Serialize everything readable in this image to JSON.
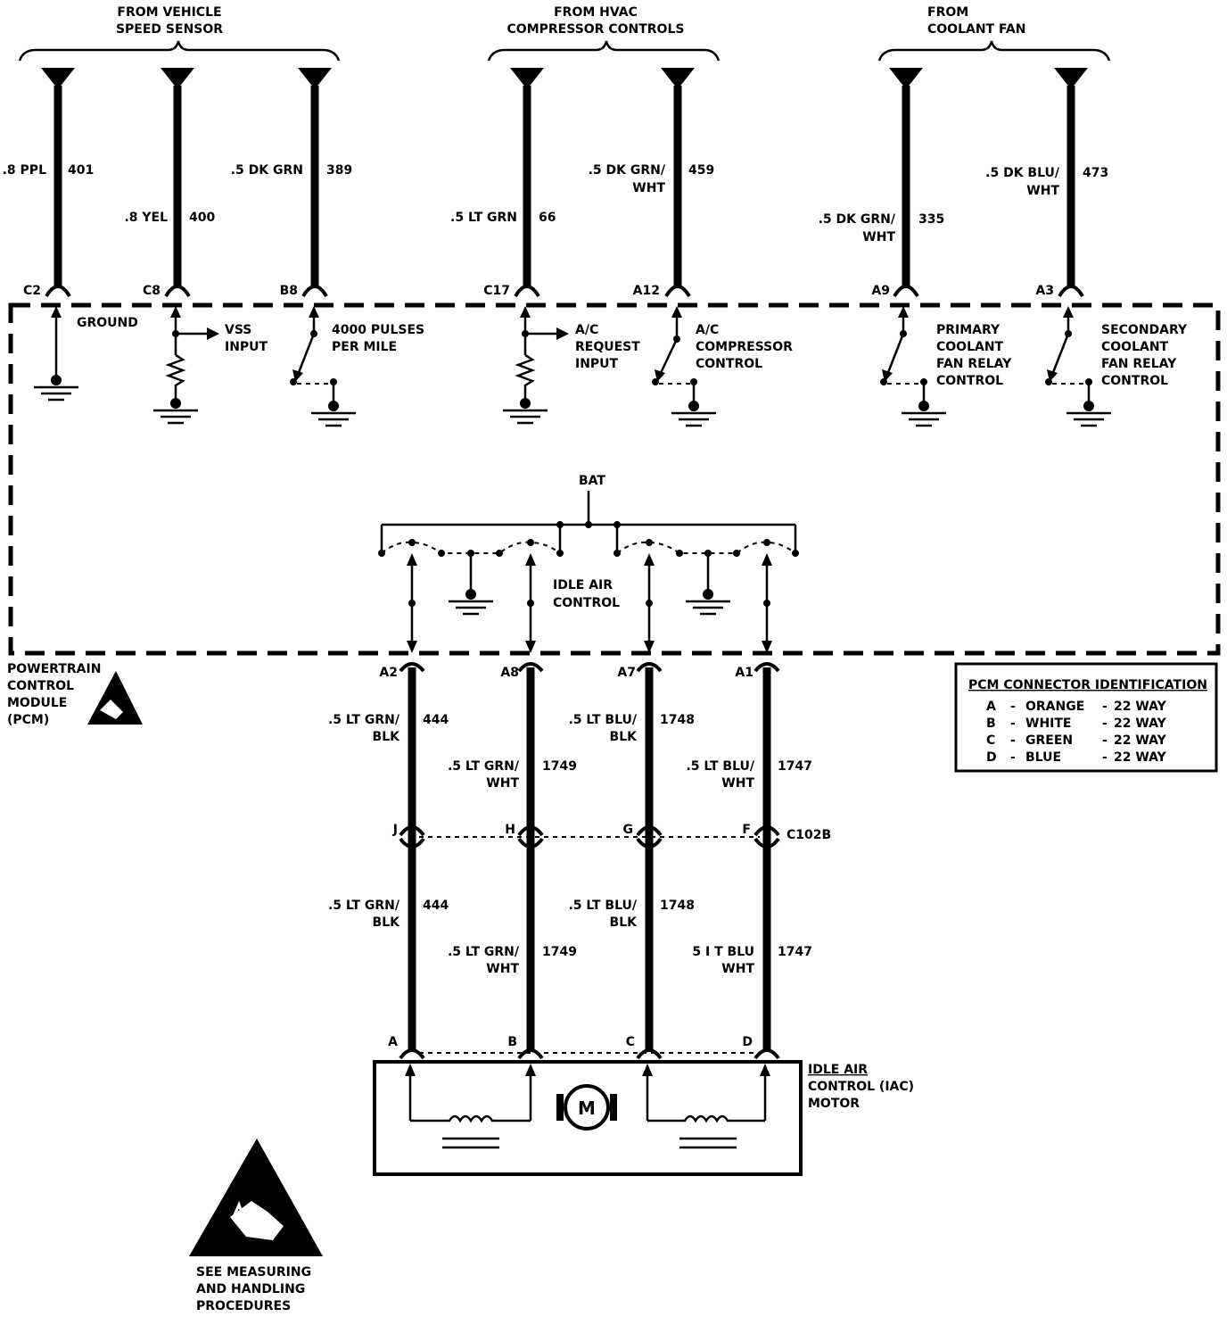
{
  "sources": {
    "vss": [
      "FROM VEHICLE",
      "SPEED SENSOR"
    ],
    "hvac": [
      "FROM HVAC",
      "COMPRESSOR CONTROLS"
    ],
    "fan": [
      "FROM",
      "COOLANT FAN"
    ]
  },
  "top_wires": {
    "w401": {
      "color": ".8 PPL",
      "circuit": "401",
      "pin": "C2"
    },
    "w400": {
      "color": ".8 YEL",
      "circuit": "400",
      "pin": "C8"
    },
    "w389": {
      "color": ".5 DK GRN",
      "circuit": "389",
      "pin": "B8"
    },
    "w66": {
      "color": ".5 LT GRN",
      "circuit": "66",
      "pin": "C17"
    },
    "w459": {
      "color1": ".5 DK GRN/",
      "color2": "WHT",
      "circuit": "459",
      "pin": "A12"
    },
    "w335": {
      "color1": ".5 DK GRN/",
      "color2": "WHT",
      "circuit": "335",
      "pin": "A9"
    },
    "w473": {
      "color1": ".5 DK BLU/",
      "color2": "WHT",
      "circuit": "473",
      "pin": "A3"
    }
  },
  "pcm_labels": {
    "ground": "GROUND",
    "vss": [
      "VSS",
      "INPUT"
    ],
    "pulses": [
      "4000 PULSES",
      "PER MILE"
    ],
    "ac_request": [
      "A/C",
      "REQUEST",
      "INPUT"
    ],
    "ac_comp": [
      "A/C",
      "COMPRESSOR",
      "CONTROL"
    ],
    "primary": [
      "PRIMARY",
      "COOLANT",
      "FAN RELAY",
      "CONTROL"
    ],
    "secondary": [
      "SECONDARY",
      "COOLANT",
      "FAN RELAY",
      "CONTROL"
    ],
    "bat": "BAT",
    "iac": [
      "IDLE AIR",
      "CONTROL"
    ],
    "module": [
      "POWERTRAIN",
      "CONTROL",
      "MODULE",
      "(PCM)"
    ]
  },
  "iac_pins": {
    "p444": {
      "pin": "A2",
      "inline": "J",
      "motor": "A"
    },
    "p1749": {
      "pin": "A8",
      "inline": "H",
      "motor": "B"
    },
    "p1748": {
      "pin": "A7",
      "inline": "G",
      "motor": "C"
    },
    "p1747": {
      "pin": "A1",
      "inline": "F",
      "motor": "D"
    }
  },
  "upper_wires": {
    "w444": {
      "c1": ".5 LT GRN/",
      "c2": "BLK",
      "n": "444"
    },
    "w1749": {
      "c1": ".5 LT GRN/",
      "c2": "WHT",
      "n": "1749"
    },
    "w1748": {
      "c1": ".5 LT BLU/",
      "c2": "BLK",
      "n": "1748"
    },
    "w1747": {
      "c1": ".5 LT BLU/",
      "c2": "WHT",
      "n": "1747"
    }
  },
  "lower_wires": {
    "w444": {
      "c1": ".5 LT GRN/",
      "c2": "BLK",
      "n": "444"
    },
    "w1749": {
      "c1": ".5 LT GRN/",
      "c2": "WHT",
      "n": "1749"
    },
    "w1748": {
      "c1": ".5 LT BLU/",
      "c2": "BLK",
      "n": "1748"
    },
    "w1747": {
      "c1": "5 I T BLU",
      "c2": "WHT",
      "n": "1747"
    }
  },
  "connector_c102": "C102B",
  "motor": {
    "symbol": "M",
    "label": [
      "IDLE AIR",
      "CONTROL (IAC)",
      "MOTOR"
    ]
  },
  "pcm_id": {
    "title": "PCM CONNECTOR IDENTIFICATION",
    "rows": [
      {
        "letter": "A",
        "color": "ORANGE",
        "ways": "22 WAY"
      },
      {
        "letter": "B",
        "color": "WHITE",
        "ways": "22 WAY"
      },
      {
        "letter": "C",
        "color": "GREEN",
        "ways": "22 WAY"
      },
      {
        "letter": "D",
        "color": "BLUE",
        "ways": "22 WAY"
      }
    ]
  },
  "esd_note": [
    "SEE MEASURING",
    "AND HANDLING",
    "PROCEDURES"
  ]
}
